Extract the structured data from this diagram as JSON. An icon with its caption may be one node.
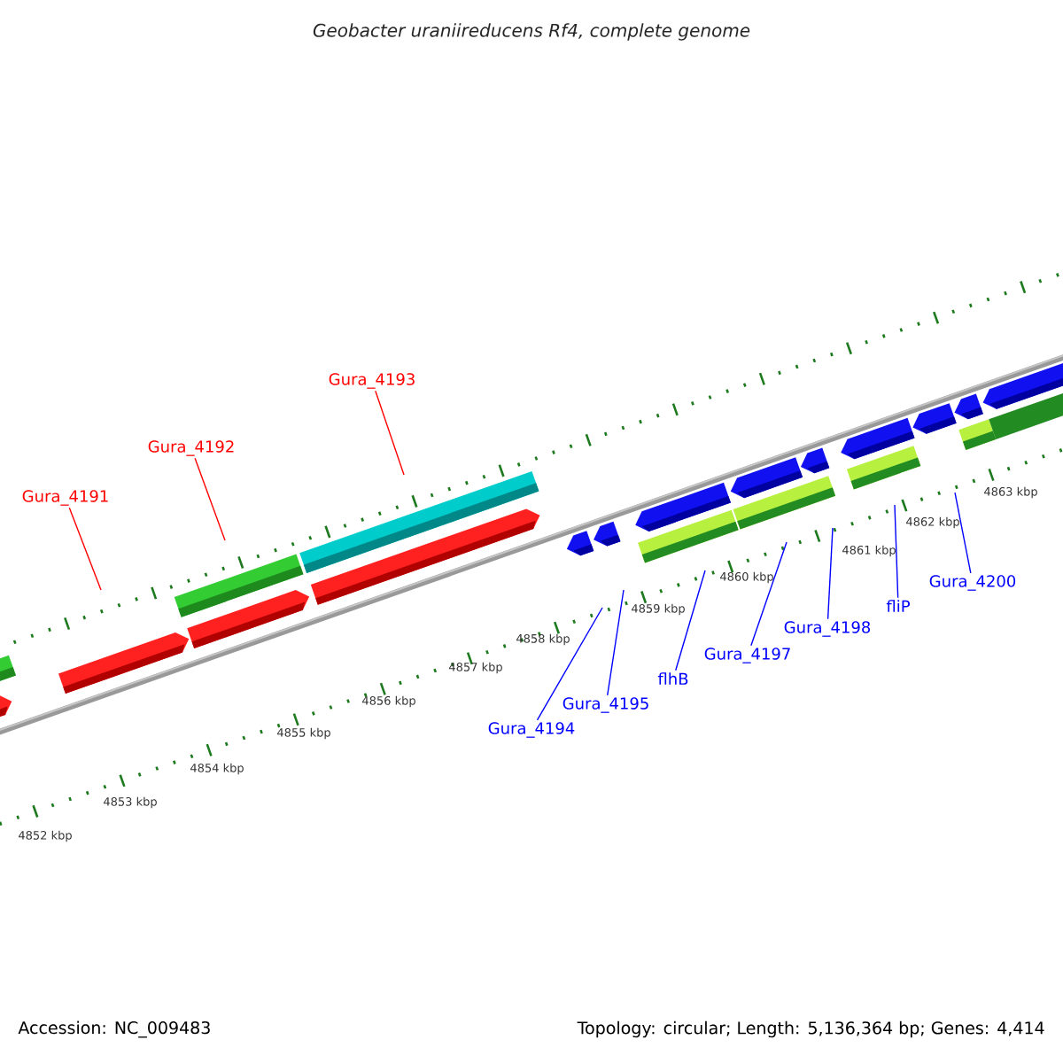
{
  "diagram": {
    "title": "Geobacter uraniireducens Rf4, complete genome",
    "nodes": [
      {
        "text": [
          "Gura_4191"
        ]
      },
      {
        "text": [
          "Gura_4192"
        ]
      },
      {
        "text": [
          "Gura_4193"
        ]
      },
      {
        "text": [
          "Gura_4194"
        ]
      },
      {
        "text": [
          "Gura_4195"
        ]
      },
      {
        "text": [
          "flhB"
        ]
      },
      {
        "text": [
          "Gura_4197"
        ]
      },
      {
        "text": [
          "Gura_4198"
        ]
      },
      {
        "text": [
          "fliP"
        ]
      },
      {
        "text": [
          "Gura_4200"
        ]
      }
    ],
    "edges": [
      {
        "from": 0,
        "to": null,
        "arrow": "none",
        "color": "#ff0000"
      },
      {
        "from": 1,
        "to": null,
        "arrow": "none",
        "color": "#ff0000"
      },
      {
        "from": 2,
        "to": null,
        "arrow": "none",
        "color": "#ff0000"
      },
      {
        "from": 3,
        "to": null,
        "arrow": "none"
      },
      {
        "from": 4,
        "to": null,
        "arrow": "none"
      },
      {
        "from": 5,
        "to": null,
        "arrow": "none"
      },
      {
        "from": 6,
        "to": null,
        "arrow": "none"
      },
      {
        "from": 7,
        "to": null,
        "arrow": "none"
      },
      {
        "from": 8,
        "to": null,
        "arrow": "none"
      },
      {
        "from": 9,
        "to": null,
        "arrow": "none"
      }
    ],
    "labels": [
      "4852 kbp",
      "4853 kbp",
      "4854 kbp",
      "4855 kbp",
      "4856 kbp",
      "4857 kbp",
      "4858 kbp",
      "4859 kbp",
      "4860 kbp",
      "4861 kbp",
      "4862 kbp",
      "4863 kbp",
      "Accession: NC_009483",
      "Topology: circular; Length: 5,136,364 bp; Genes: 4,414"
    ]
  }
}
